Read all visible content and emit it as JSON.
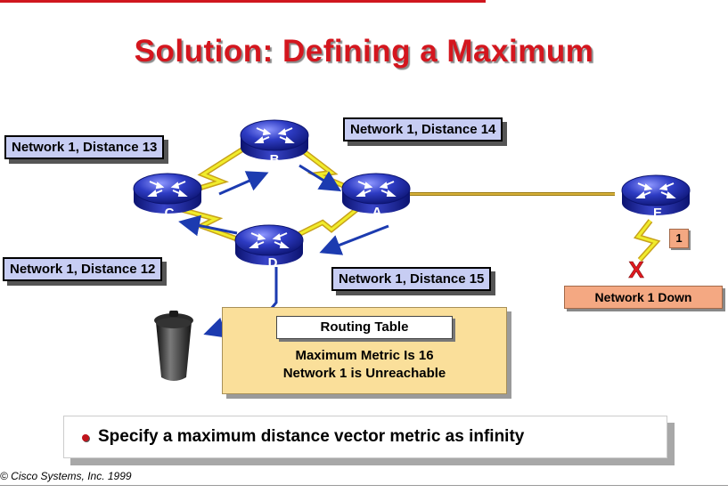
{
  "title": "Solution:  Defining a Maximum",
  "routers": [
    {
      "id": "C",
      "label": "C"
    },
    {
      "id": "B",
      "label": "B"
    },
    {
      "id": "A",
      "label": "A"
    },
    {
      "id": "D",
      "label": "D"
    },
    {
      "id": "E",
      "label": "E"
    }
  ],
  "labels": {
    "c": "Network 1, Distance 13",
    "b": "Network 1, Distance 14",
    "d_left": "Network 1, Distance 12",
    "d_right": "Network 1, Distance 15"
  },
  "routing_table": {
    "title": "Routing Table",
    "line1": "Maximum Metric Is 16",
    "line2": "Network 1 is Unreachable"
  },
  "network_down": "Network 1 Down",
  "link_metric": "1",
  "failure_mark": "X",
  "bullet": "Specify a maximum distance vector metric as infinity",
  "copyright": "© Cisco Systems, Inc. 1999",
  "colors": {
    "title": "#d4161e",
    "router": "#2a36b8",
    "label_fill": "#c7cdf3",
    "routing_panel": "#fadf9a",
    "down_fill": "#f4a882",
    "link_yellow": "#f0ec2a",
    "link_gold": "#c8a21a"
  },
  "icons": [
    "router-icon",
    "trash-can-icon",
    "arrow-icon",
    "bullet-icon",
    "failure-x-icon"
  ]
}
